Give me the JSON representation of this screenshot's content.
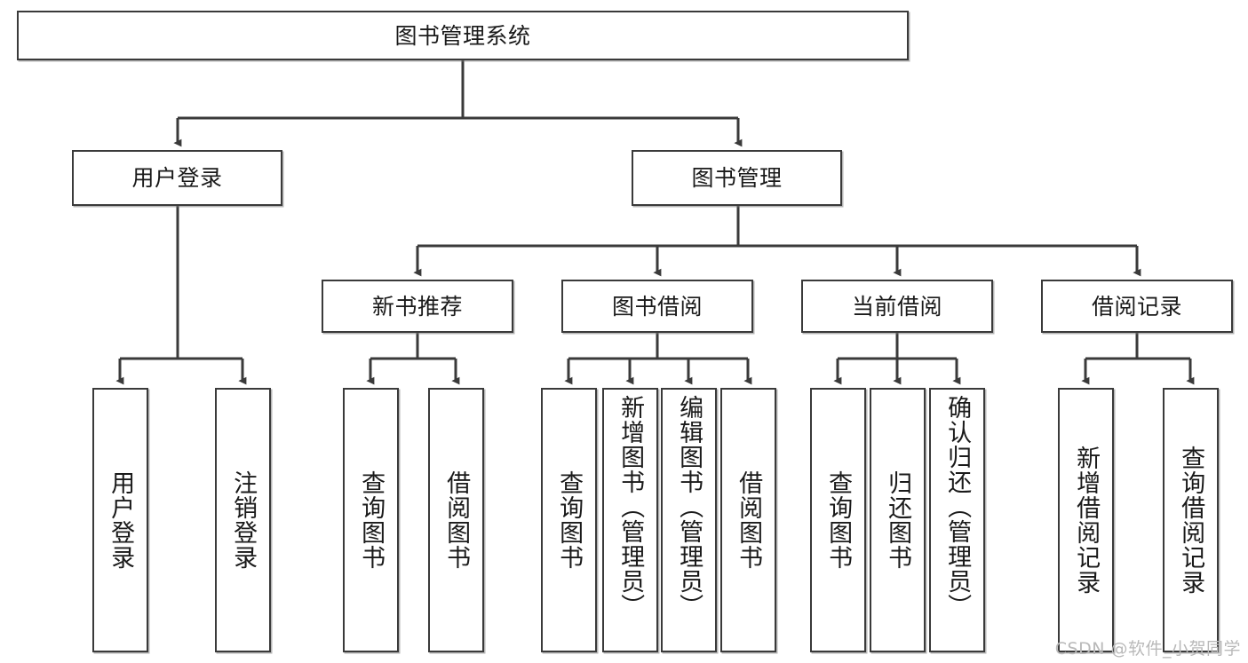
{
  "diagram": {
    "title": "图书管理系统",
    "watermark": "CSDN @软件_小贺同学",
    "stroke_color": "#3a3a3a",
    "text_color": "#1a1a1a",
    "background_color": "#ffffff",
    "root": {
      "label": "图书管理系统"
    },
    "level2": [
      {
        "label": "用户登录"
      },
      {
        "label": "图书管理"
      }
    ],
    "level3": [
      {
        "label": "新书推荐"
      },
      {
        "label": "图书借阅"
      },
      {
        "label": "当前借阅"
      },
      {
        "label": "借阅记录"
      }
    ],
    "leaves": {
      "user_login": [
        {
          "label": "用户登录"
        },
        {
          "label": "注销登录"
        }
      ],
      "new_book": [
        {
          "label": "查询图书"
        },
        {
          "label": "借阅图书"
        }
      ],
      "book_borrow": [
        {
          "label": "查询图书"
        },
        {
          "label": "新增图书（管理员）"
        },
        {
          "label": "编辑图书（管理员）"
        },
        {
          "label": "借阅图书"
        }
      ],
      "current_borrow": [
        {
          "label": "查询图书"
        },
        {
          "label": "归还图书"
        },
        {
          "label": "确认归还（管理员）"
        }
      ],
      "borrow_record": [
        {
          "label": "新增借阅记录"
        },
        {
          "label": "查询借阅记录"
        }
      ]
    }
  }
}
